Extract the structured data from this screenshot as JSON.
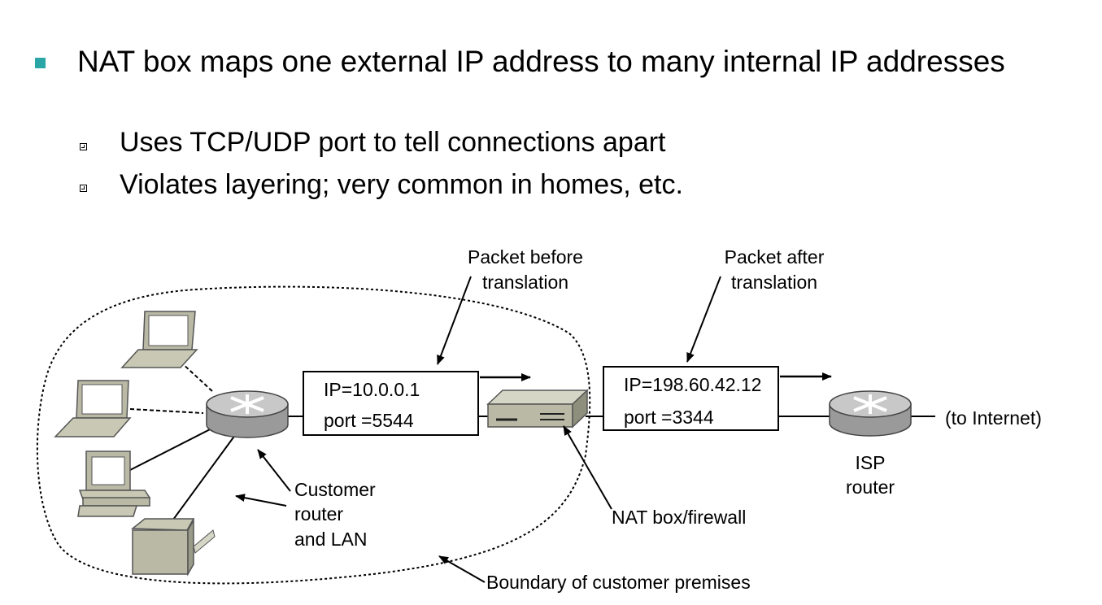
{
  "bullets": {
    "main": "NAT box maps one external IP address to many internal IP addresses",
    "sub": [
      "Uses TCP/UDP port to tell connections apart",
      "Violates layering; very common in homes, etc."
    ]
  },
  "diagram": {
    "packet_before": {
      "label_line1": "Packet before",
      "label_line2": "translation",
      "ip": "IP=10.0.0.1",
      "port": "port =5544"
    },
    "packet_after": {
      "label_line1": "Packet after",
      "label_line2": "translation",
      "ip": "IP=198.60.42.12",
      "port": "port =3344"
    },
    "customer_router": {
      "line1": "Customer",
      "line2": "router",
      "line3": "and LAN"
    },
    "nat_box": "NAT box/firewall",
    "isp_router": {
      "line1": "ISP",
      "line2": "router"
    },
    "to_internet": "(to Internet)",
    "boundary": "Boundary of customer premises"
  },
  "colors": {
    "bullet_marker": "#2aa6a6",
    "device_fill": "#b9b9a6",
    "device_dark": "#6f6f60"
  }
}
